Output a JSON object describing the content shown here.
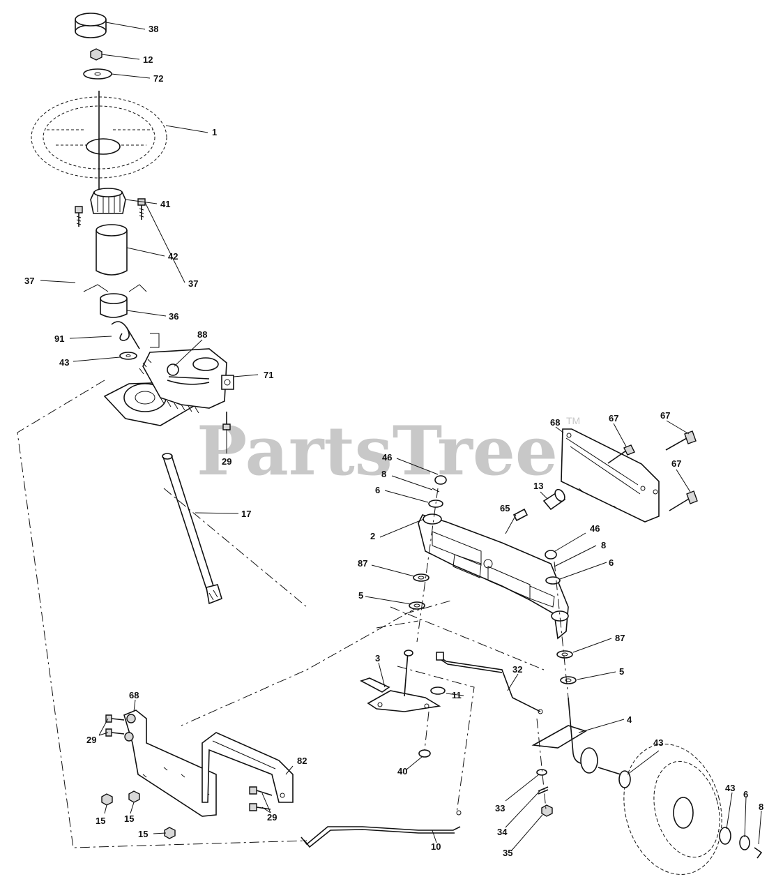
{
  "watermark": {
    "text": "PartsTree",
    "trademark": "TM"
  },
  "callouts": {
    "c38": "38",
    "c12": "12",
    "c72": "72",
    "c1": "1",
    "c41": "41",
    "c42": "42",
    "c37a": "37",
    "c37b": "37",
    "c36": "36",
    "c91": "91",
    "c88": "88",
    "c43a": "43",
    "c71": "71",
    "c29a": "29",
    "c17": "17",
    "c68a": "68",
    "c67a": "67",
    "c67b": "67",
    "c67c": "67",
    "c46a": "46",
    "c8a": "8",
    "c6a": "6",
    "c13": "13",
    "c65": "65",
    "c2": "2",
    "c46b": "46",
    "c8b": "8",
    "c6b": "6",
    "c87a": "87",
    "c5a": "5",
    "c87b": "87",
    "c5b": "5",
    "c3": "3",
    "c32": "32",
    "c11": "11",
    "c4": "4",
    "c68b": "68",
    "c29b": "29",
    "c82": "82",
    "c40": "40",
    "c43b": "43",
    "c33": "33",
    "c34": "34",
    "c35": "35",
    "c43c": "43",
    "c6c": "6",
    "c8c": "8",
    "c15a": "15",
    "c15b": "15",
    "c15c": "15",
    "c29c": "29",
    "c10": "10"
  }
}
